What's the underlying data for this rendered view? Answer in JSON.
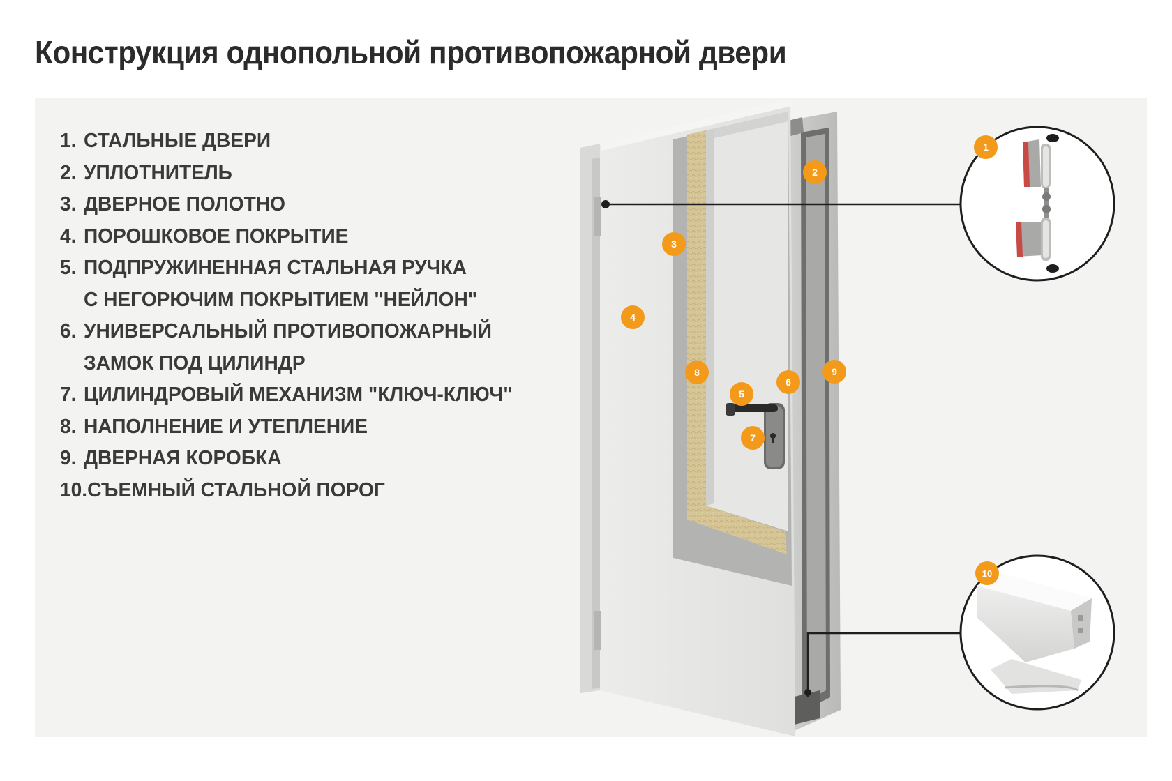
{
  "title": "Конструкция однопольной противопожарной двери",
  "legend": [
    {
      "num": "1.",
      "text": "СТАЛЬНЫЕ ДВЕРИ",
      "cont": ""
    },
    {
      "num": "2.",
      "text": "УПЛОТНИТЕЛЬ",
      "cont": ""
    },
    {
      "num": "3.",
      "text": "ДВЕРНОЕ ПОЛОТНО",
      "cont": ""
    },
    {
      "num": "4.",
      "text": "ПОРОШКОВОЕ ПОКРЫТИЕ",
      "cont": ""
    },
    {
      "num": "5.",
      "text": "ПОДПРУЖИНЕННАЯ СТАЛЬНАЯ РУЧКА",
      "cont": "С НЕГОРЮЧИМ ПОКРЫТИЕМ \"НЕЙЛОН\""
    },
    {
      "num": "6.",
      "text": "УНИВЕРСАЛЬНЫЙ ПРОТИВОПОЖАРНЫЙ",
      "cont": "ЗАМОК ПОД ЦИЛИНДР"
    },
    {
      "num": "7.",
      "text": "ЦИЛИНДРОВЫЙ МЕХАНИЗМ \"КЛЮЧ-КЛЮЧ\"",
      "cont": ""
    },
    {
      "num": "8.",
      "text": "НАПОЛНЕНИЕ И УТЕПЛЕНИЕ",
      "cont": ""
    },
    {
      "num": "9.",
      "text": "ДВЕРНАЯ КОРОБКА",
      "cont": ""
    },
    {
      "num": "10.",
      "text": "СЪЕМНЫЙ СТАЛЬНОЙ ПОРОГ",
      "cont": ""
    }
  ],
  "badges": [
    "1",
    "2",
    "3",
    "4",
    "5",
    "6",
    "7",
    "8",
    "9",
    "10"
  ],
  "colors": {
    "badge": "#f39a1a",
    "text": "#3a3a3a",
    "panel": "#f3f4f2",
    "door": "#e4e5e3",
    "insulation": "#d8c79a"
  }
}
